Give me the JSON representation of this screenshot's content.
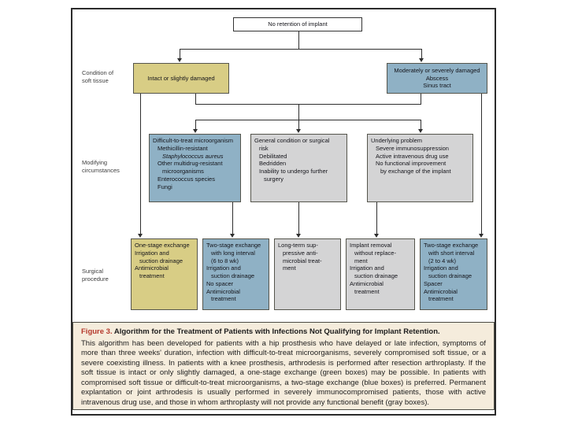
{
  "colors": {
    "yellow": "#d8cd85",
    "blue": "#8fb1c5",
    "gray": "#d4d4d5",
    "caption_bg": "#f5ecdc",
    "figure_red": "#b5392c",
    "line": "#2e2e2e"
  },
  "row_labels": {
    "soft_tissue": "Condition of\nsoft tissue",
    "modifying": "Modifying\ncircumstances",
    "surgical": "Surgical\nprocedure"
  },
  "flowchart": {
    "nodes": {
      "root": {
        "color": "white",
        "label": "No retention of implant"
      },
      "intact": {
        "color": "yellow",
        "lines": [
          {
            "t": "Intact or slightly damaged"
          }
        ]
      },
      "damaged": {
        "color": "blue",
        "lines": [
          {
            "t": "Moderately or severely damaged"
          },
          {
            "t": "Abscess"
          },
          {
            "t": "Sinus tract"
          }
        ]
      },
      "microorganism": {
        "color": "blue",
        "lines": [
          {
            "t": "Difficult-to-treat microorganism",
            "i": 0
          },
          {
            "t": "Methicillin-resistant",
            "i": 1
          },
          {
            "t": "Staphylococcus aureus",
            "i": 2,
            "italic": true
          },
          {
            "t": "Other multidrug-resistant",
            "i": 1
          },
          {
            "t": "microorganisms",
            "i": 2
          },
          {
            "t": "Enterococcus species",
            "i": 1
          },
          {
            "t": "Fungi",
            "i": 1
          }
        ]
      },
      "general_condition": {
        "color": "gray",
        "lines": [
          {
            "t": "General condition or surgical",
            "i": 0
          },
          {
            "t": "risk",
            "i": 1
          },
          {
            "t": "Debilitated",
            "i": 1
          },
          {
            "t": "Bedridden",
            "i": 1
          },
          {
            "t": "Inability to undergo further",
            "i": 1
          },
          {
            "t": "surgery",
            "i": 2
          }
        ]
      },
      "underlying_problem": {
        "color": "gray",
        "lines": [
          {
            "t": "Underlying problem",
            "i": 0
          },
          {
            "t": "Severe immunosuppression",
            "i": 1
          },
          {
            "t": "Active intravenous drug use",
            "i": 1
          },
          {
            "t": "No functional improvement",
            "i": 1
          },
          {
            "t": "by exchange of the implant",
            "i": 2
          }
        ]
      },
      "one_stage": {
        "color": "yellow",
        "lines": [
          {
            "t": "One-stage exchange",
            "i": 0
          },
          {
            "t": "Irrigation and",
            "i": 0
          },
          {
            "t": "suction drainage",
            "i": 1
          },
          {
            "t": "Antimicrobial",
            "i": 0
          },
          {
            "t": "treatment",
            "i": 1
          }
        ]
      },
      "two_stage_long": {
        "color": "blue",
        "lines": [
          {
            "t": "Two-stage exchange",
            "i": 0
          },
          {
            "t": "with long interval",
            "i": 1
          },
          {
            "t": "(6 to 8 wk)",
            "i": 1
          },
          {
            "t": "Irrigation and",
            "i": 0
          },
          {
            "t": "suction drainage",
            "i": 1
          },
          {
            "t": "No spacer",
            "i": 0
          },
          {
            "t": "Antimicrobial",
            "i": 0
          },
          {
            "t": "treatment",
            "i": 1
          }
        ]
      },
      "long_term": {
        "color": "gray",
        "lines": [
          {
            "t": "Long-term sup-",
            "i": 0
          },
          {
            "t": "pressive anti-",
            "i": 1
          },
          {
            "t": "microbial treat-",
            "i": 1
          },
          {
            "t": "ment",
            "i": 1
          }
        ]
      },
      "implant_removal": {
        "color": "gray",
        "lines": [
          {
            "t": "Implant removal",
            "i": 0
          },
          {
            "t": "without replace-",
            "i": 1
          },
          {
            "t": "ment",
            "i": 1
          },
          {
            "t": "Irrigation and",
            "i": 0
          },
          {
            "t": "suction drainage",
            "i": 1
          },
          {
            "t": "Antimicrobial",
            "i": 0
          },
          {
            "t": "treatment",
            "i": 1
          }
        ]
      },
      "two_stage_short": {
        "color": "blue",
        "lines": [
          {
            "t": "Two-stage exchange",
            "i": 0
          },
          {
            "t": "with short interval",
            "i": 1
          },
          {
            "t": "(2 to 4 wk)",
            "i": 1
          },
          {
            "t": "Irrigation and",
            "i": 0
          },
          {
            "t": "suction drainage",
            "i": 1
          },
          {
            "t": "Spacer",
            "i": 0
          },
          {
            "t": "Antimicrobial",
            "i": 0
          },
          {
            "t": "treatment",
            "i": 1
          }
        ]
      }
    }
  },
  "caption": {
    "label": "Figure 3.",
    "title": " Algorithm for the Treatment of Patients with Infections Not Qualifying for Implant Retention.",
    "body": "This algorithm has been developed for patients with a hip prosthesis who have delayed or late infection, symptoms of more than three weeks' duration, infection with difficult-to-treat microorganisms, severely compromised soft tissue, or a severe coexisting illness. In patients with a knee prosthesis, arthrodesis is performed after resection arthroplasty. If the soft tissue is intact or only slightly damaged, a one-stage exchange (green boxes) may be possible. In patients with compromised soft tissue or difficult-to-treat microorganisms, a two-stage exchange (blue boxes) is preferred. Permanent explantation or joint arthrodesis is usually performed in severely immunocompromised patients, those with active intravenous drug use, and those in whom arthroplasty will not provide any functional benefit (gray boxes)."
  }
}
